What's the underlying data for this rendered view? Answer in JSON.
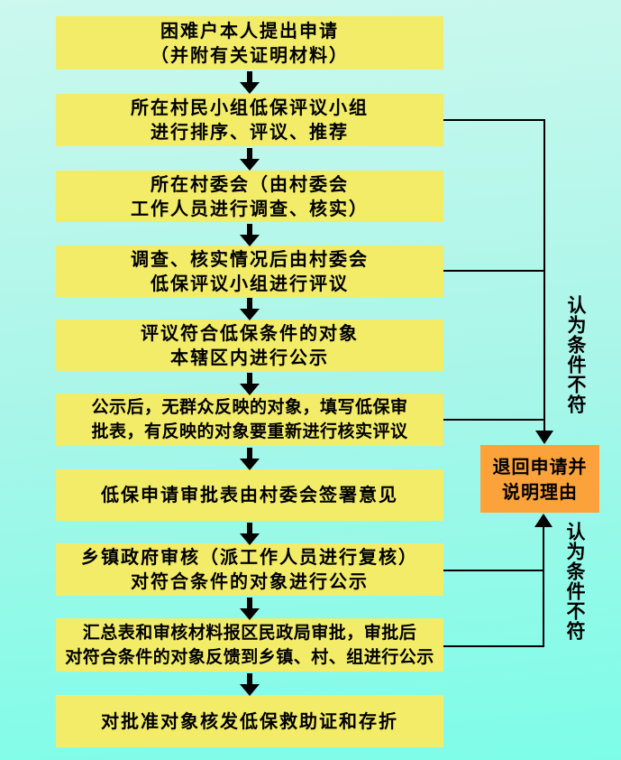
{
  "colors": {
    "bg_top": "#ccf8ee",
    "bg_mid": "#a9f6e9",
    "bg_bottom": "#7dfde8",
    "box_fill": "#f2ec68",
    "return_fill": "#fba23b",
    "line": "#000000"
  },
  "steps": [
    {
      "lines": [
        "困难户本人提出申请",
        "（并附有关证明材料）"
      ]
    },
    {
      "lines": [
        "所在村民小组低保评议小组",
        "进行排序、评议、推荐"
      ]
    },
    {
      "lines": [
        "所在村委会（由村委会",
        "工作人员进行调查、核实）"
      ]
    },
    {
      "lines": [
        "调查、核实情况后由村委会",
        "低保评议小组进行评议"
      ]
    },
    {
      "lines": [
        "评议符合低保条件的对象",
        "本辖区内进行公示"
      ]
    },
    {
      "lines": [
        "公示后，无群众反映的对象，填写低保审",
        "批表，有反映的对象要重新进行核实评议"
      ]
    },
    {
      "lines": [
        "低保申请审批表由村委会签署意见"
      ]
    },
    {
      "lines": [
        "乡镇政府审核（派工作人员进行复核）",
        "对符合条件的对象进行公示"
      ]
    },
    {
      "lines": [
        "汇总表和审核材料报区民政局审批，审批后",
        "对符合条件的对象反馈到乡镇、村、组进行公示"
      ]
    },
    {
      "lines": [
        "对批准对象核发低保救助证和存折"
      ]
    }
  ],
  "return_box": {
    "lines": [
      "退回申请并",
      "说明理由"
    ]
  },
  "side_labels": {
    "upper": "认为条件不符",
    "lower": "认为条件不符"
  }
}
